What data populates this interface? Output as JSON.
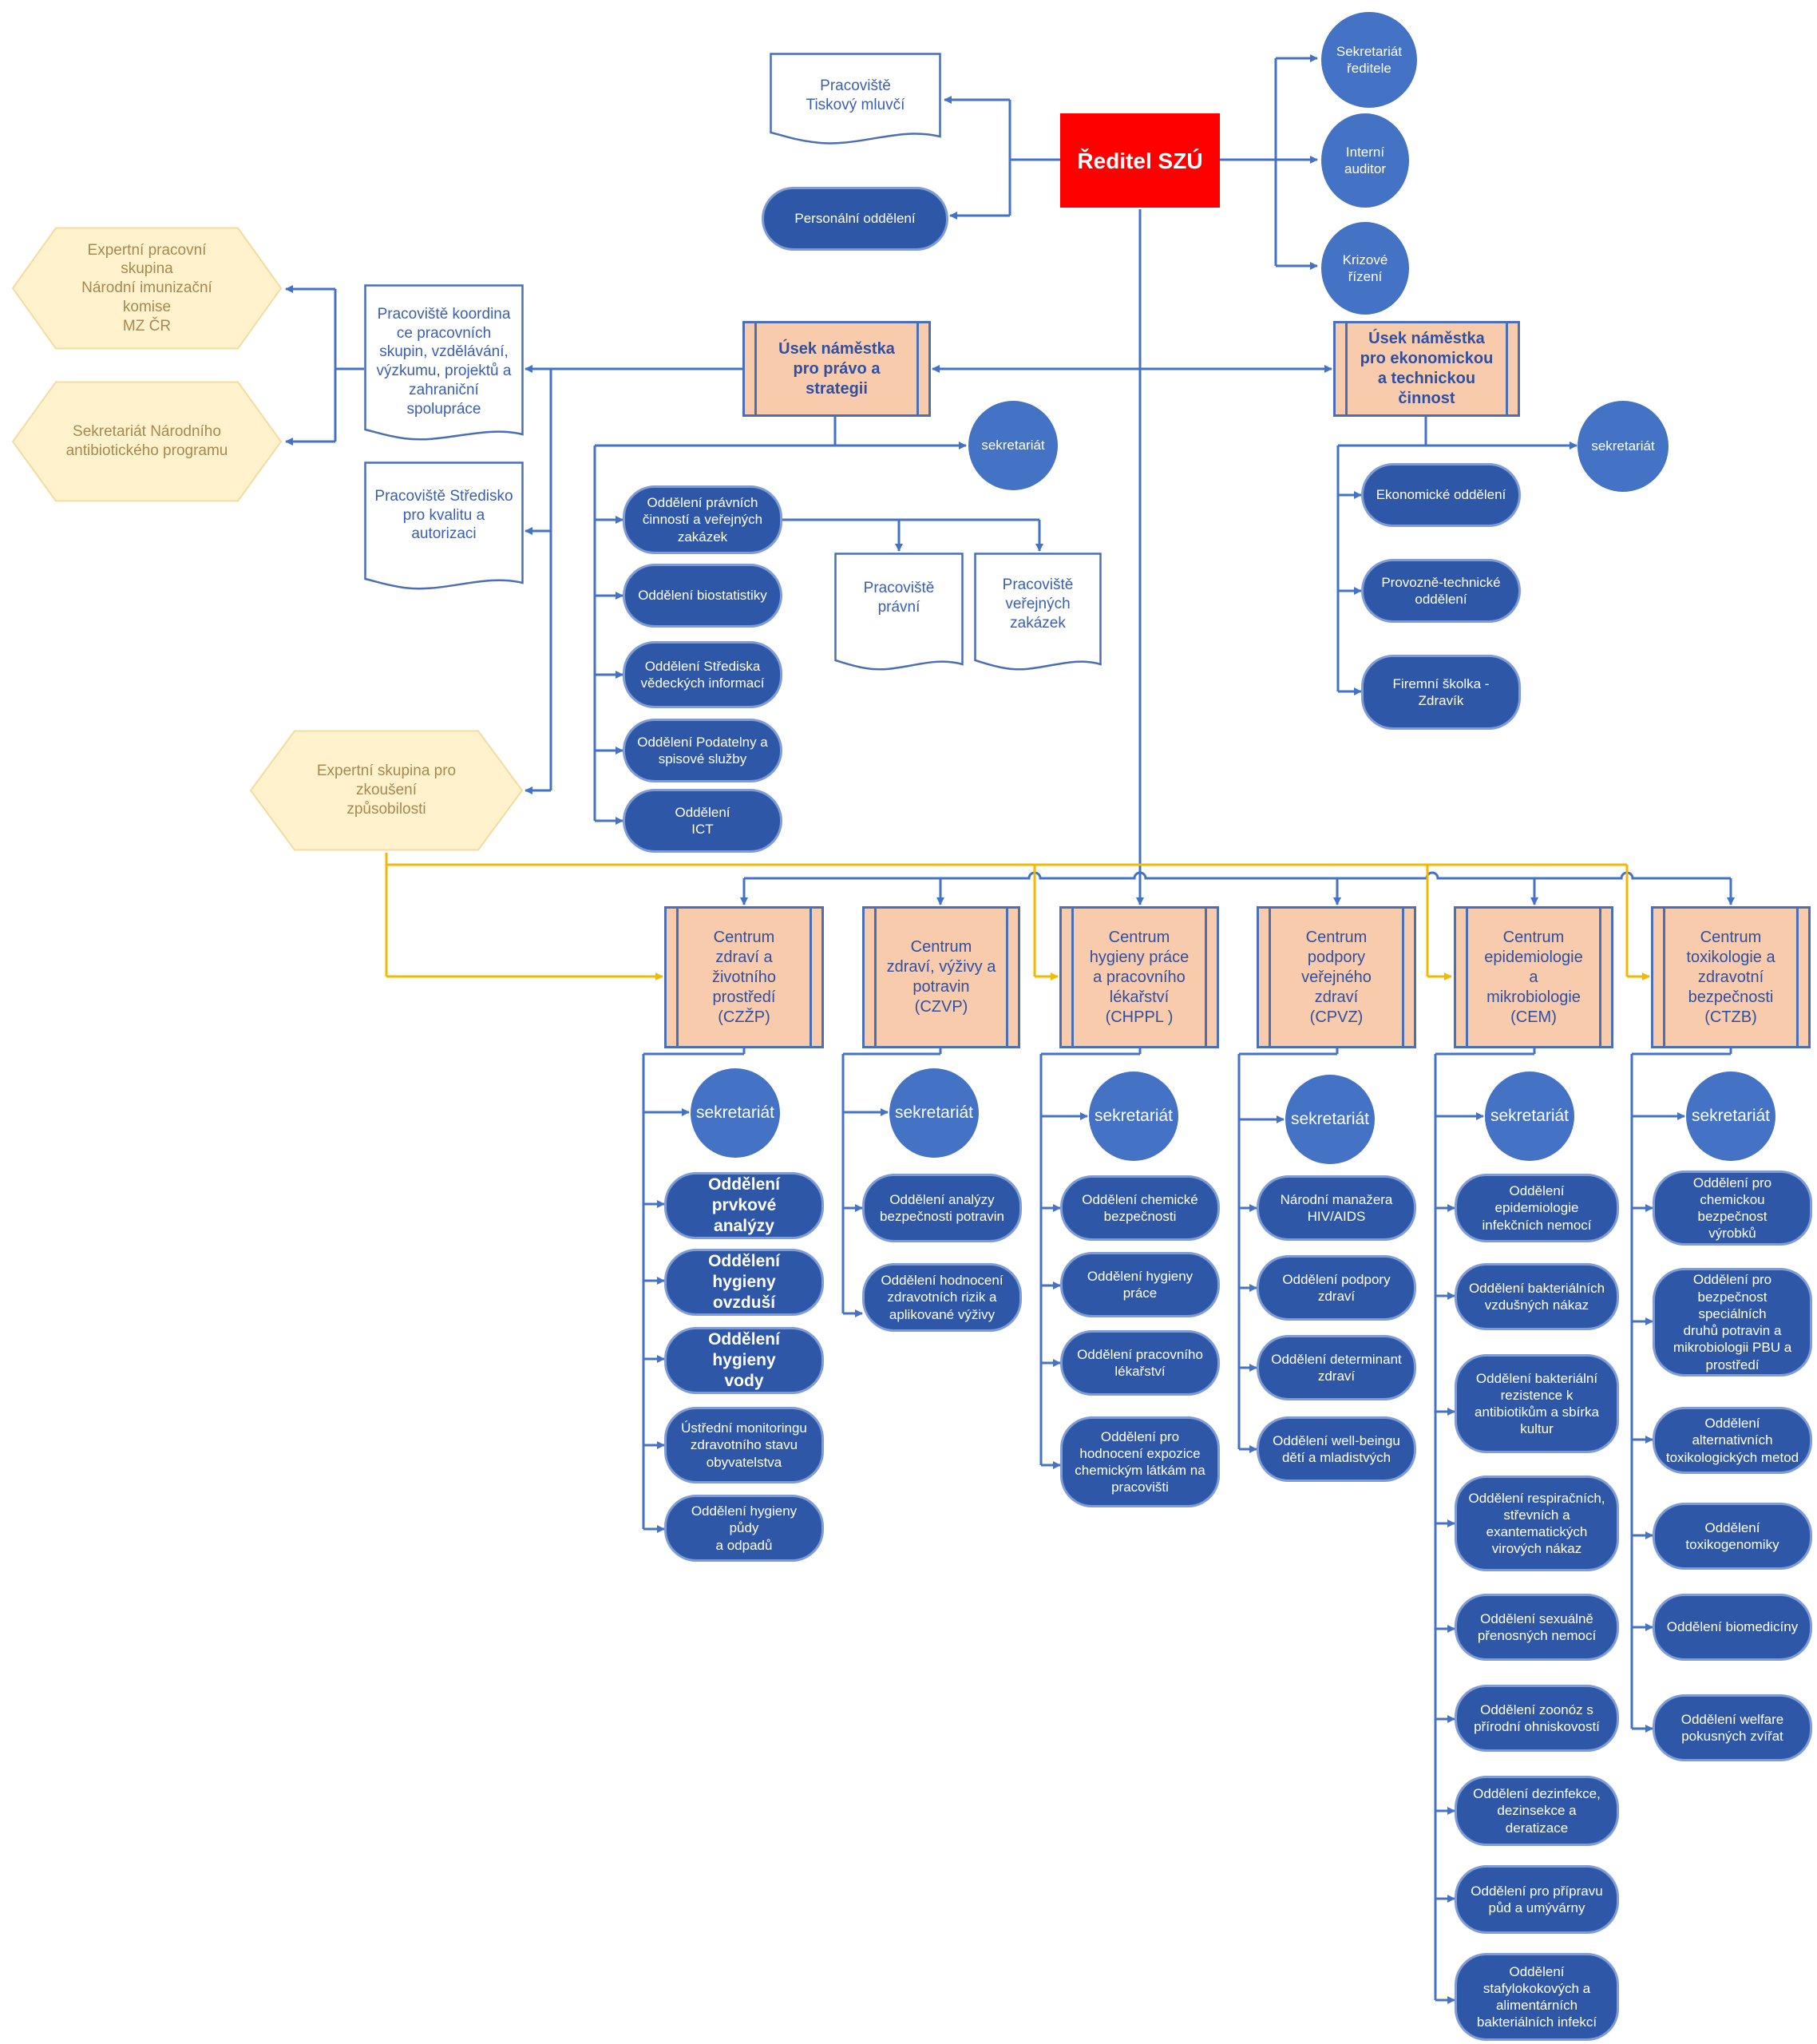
{
  "colors": {
    "blue_line": "#4472c4",
    "yellow_line": "#f5b800",
    "director": "#ff0000",
    "pill": "#2f57a8",
    "section": "#f8cbad",
    "hex": "#fff2cc"
  },
  "top": {
    "director": "Ředitel SZÚ",
    "tiskovy": "Pracoviště\nTiskový mluvčí",
    "personalni": "Personální oddělení",
    "sekretariat_reditele": "Sekretariát\nředitele",
    "interni_auditor": "Interní\nauditor",
    "krizove_rizeni": "Krizové\nřízení"
  },
  "left": {
    "hex1": "Expertní pracovní\nskupina\nNárodní imunizační\nkomise\nMZ ČR",
    "hex2": "Sekretariát Národního\nantibiotického programu",
    "hex3": "Expertní skupina pro\nzkoušení\nzpůsobilosti",
    "doc_koordinace": "Pracoviště koordina\nce pracovních\nskupin, vzdělávání,\nvýzkumu, projektů a\nzahraniční\nspolupráce",
    "doc_kvalita": "Pracoviště Středisko\npro kvalitu a\nautorizaci"
  },
  "usek_pravo": {
    "title": "Úsek náměstka\npro právo a\nstrategii",
    "sekretariat": "sekretariát",
    "items": [
      "Oddělení právních\nčinností a veřejných\nzakázek",
      "Oddělení  biostatistiky",
      "Oddělení Střediska\nvědeckých informací",
      "Oddělení Podatelny a\nspisové služby",
      "Oddělení\nICT"
    ],
    "doc_pravni": "Pracoviště\nprávní",
    "doc_zakazky": "Pracoviště\nveřejných\nzakázek"
  },
  "usek_ekonom": {
    "title": "Úsek náměstka\npro ekonomickou\na technickou\nčinnost",
    "sekretariat": "sekretariát",
    "items": [
      "Ekonomické oddělení",
      "Provozně-technické\noddělení",
      "Firemní školka -\nZdravík"
    ]
  },
  "centra": [
    {
      "title": "Centrum\nzdraví a\nživotního\nprostředí\n(CZŽP)",
      "sekretariat": "sekretariát",
      "items": [
        "Oddělení prvkové\nanalýzy",
        "Oddělení hygieny\novzduší",
        "Oddělení hygieny\nvody",
        "Ústřední monitoringu\nzdravotního stavu\nobyvatelstva",
        "Oddělení hygieny půdy\na odpadů"
      ]
    },
    {
      "title": "Centrum\nzdraví, výživy a\npotravin\n(CZVP)",
      "sekretariat": "sekretariát",
      "items": [
        "Oddělení analýzy\nbezpečnosti potravin",
        "Oddělení hodnocení\nzdravotních rizik a\naplikované výživy"
      ]
    },
    {
      "title": "Centrum\nhygieny práce\na pracovního\nlékařství\n(CHPPL )",
      "sekretariat": "sekretariát",
      "items": [
        "Oddělení chemické\nbezpečnosti",
        "Oddělení hygieny\npráce",
        "Oddělení pracovního\nlékařství",
        "Oddělení pro\nhodnocení expozice\nchemickým látkám na\npracovišti"
      ]
    },
    {
      "title": "Centrum\npodpory\nveřejného\nzdraví\n(CPVZ)",
      "sekretariat": "sekretariát",
      "items": [
        "Národní manažera\nHIV/AIDS",
        "Oddělení podpory\nzdraví",
        "Oddělení determinant\nzdraví",
        "Oddělení well-beingu\ndětí a mladistvých"
      ]
    },
    {
      "title": "Centrum\nepidemiologie\na\nmikrobiologie\n(CEM)",
      "sekretariat": "sekretariát",
      "items": [
        "Oddělení epidemiologie\ninfekčních nemocí",
        "Oddělení bakteriálních\nvzdušných nákaz",
        "Oddělení bakteriální\nrezistence k\nantibiotikům a sbírka\nkultur",
        "Oddělení respiračních,\nstřevních a\nexantematických\nvirových nákaz",
        "Oddělení sexuálně\npřenosných nemocí",
        "Oddělení zoonóz s\npřírodní ohniskovostí",
        "Oddělení dezinfekce,\ndezinsekce a deratizace",
        "Oddělení pro přípravu\npůd a umývárny",
        "Oddělení\nstafylokokových a\nalimentárních\nbakteriálních infekcí"
      ]
    },
    {
      "title": "Centrum\ntoxikologie a\nzdravotní\nbezpečnosti\n(CTZB)",
      "sekretariat": "sekretariát",
      "items": [
        "Oddělení pro\nchemickou bezpečnost\nvýrobků",
        "Oddělení pro\nbezpečnost speciálních\ndruhů potravin a\nmikrobiologii PBU a\nprostředí",
        "Oddělení alternativních\ntoxikologických metod",
        "Oddělení\ntoxikogenomiky",
        "Oddělení biomedicíny",
        "Oddělení welfare\npokusných zvířat"
      ]
    }
  ]
}
